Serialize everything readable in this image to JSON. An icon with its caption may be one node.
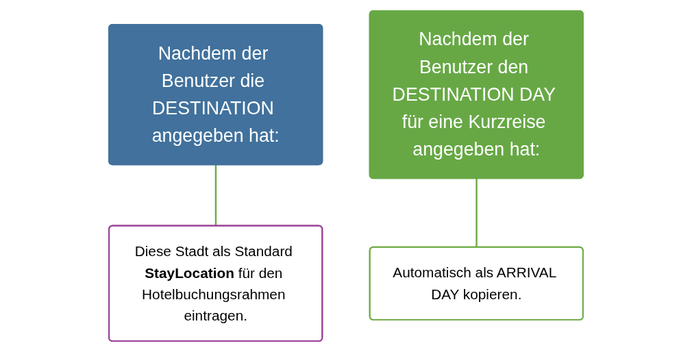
{
  "diagram": {
    "nodes": [
      {
        "text": [
          "Nachdem der Benutzer die DESTINATION angegeben hat:"
        ]
      },
      {
        "text": [
          "Diese Stadt als Standard **StayLocation** für den Hotelbuchungsrahmen eintragen."
        ]
      },
      {
        "text": [
          "Nachdem der Benutzer den DESTINATION DAY für eine Kurzreise angegeben hat:"
        ]
      },
      {
        "text": [
          "Automatisch als ARRIVAL DAY kopieren."
        ]
      }
    ],
    "edges": [
      {
        "from": 0,
        "to": 1,
        "arrow": "none"
      },
      {
        "from": 2,
        "to": 3,
        "arrow": "none"
      }
    ]
  }
}
